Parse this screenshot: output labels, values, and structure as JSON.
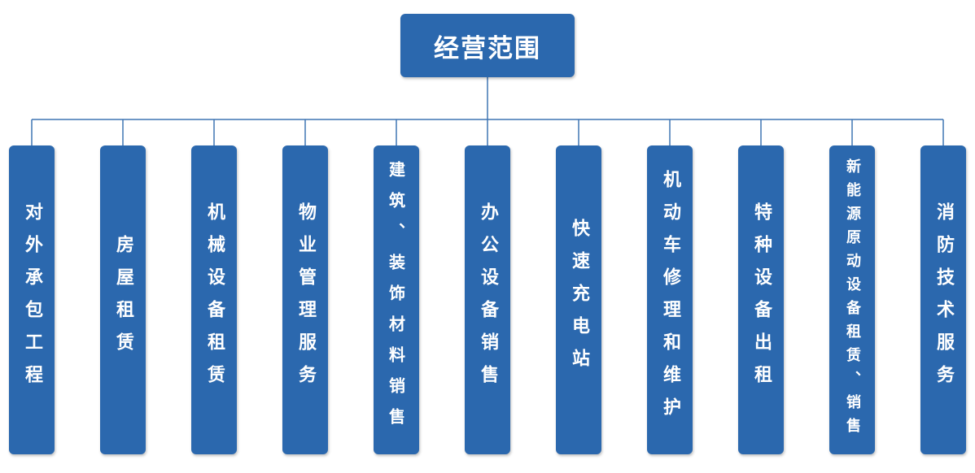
{
  "colors": {
    "box_fill": "#2B68AE",
    "connector": "#3F75B3",
    "text": "#FFFFFF"
  },
  "root": {
    "label": "经营范围"
  },
  "branches": [
    {
      "label": "对外承包工程"
    },
    {
      "label": "房屋租赁"
    },
    {
      "label": "机械设备租赁"
    },
    {
      "label": "物业管理服务"
    },
    {
      "label": "建筑、装饰材料销售"
    },
    {
      "label": "办公设备销售"
    },
    {
      "label": "快速充电站"
    },
    {
      "label": "机动车修理和维护"
    },
    {
      "label": "特种设备出租"
    },
    {
      "label": "新能源原动设备租赁、销售"
    },
    {
      "label": "消防技术服务"
    }
  ]
}
